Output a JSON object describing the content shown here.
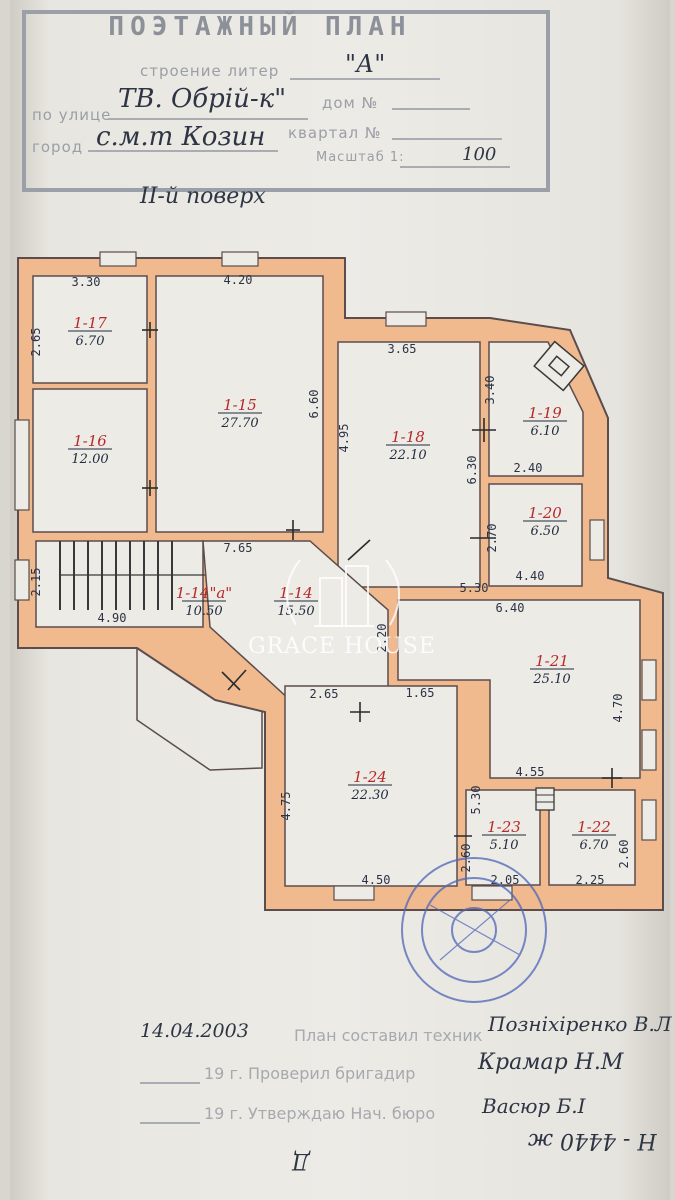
{
  "header": {
    "title": "ПОЭТАЖНЫЙ ПЛАН",
    "row1_label": "строение литер",
    "row1_value": "\"А\"",
    "row2_label": "по улице",
    "row2_value": "ТВ. Обрiй-к\"",
    "row2_house_label": "дом №",
    "row3_label": "город",
    "row3_value": "с.м.т Козин",
    "row3_block_label": "квартал №",
    "scale_label": "Масштаб 1:",
    "scale_value": "100"
  },
  "floor_label": "II-й поверх",
  "rooms": [
    {
      "id": "1-17",
      "area": "6.70"
    },
    {
      "id": "1-16",
      "area": "12.00"
    },
    {
      "id": "1-15",
      "area": "27.70"
    },
    {
      "id": "1-18",
      "area": "22.10"
    },
    {
      "id": "1-19",
      "area": "6.10"
    },
    {
      "id": "1-20",
      "area": "6.50"
    },
    {
      "id": "1-14\"a\"",
      "area": "10.50"
    },
    {
      "id": "1-14",
      "area": "15.50"
    },
    {
      "id": "1-21",
      "area": "25.10"
    },
    {
      "id": "1-24",
      "area": "22.30"
    },
    {
      "id": "1-23",
      "area": "5.10"
    },
    {
      "id": "1-22",
      "area": "6.70"
    }
  ],
  "dimensions": [
    "3.30",
    "4.20",
    "2.65",
    "6.60",
    "3.65",
    "4.95",
    "3.40",
    "2.40",
    "6.30",
    "2.70",
    "4.40",
    "7.65",
    "5.30",
    "6.40",
    "2.15",
    "4.90",
    "2.20",
    "2.65",
    "1.65",
    "4.70",
    "4.55",
    "4.75",
    "5.30",
    "2.60",
    "2.60",
    "4.50",
    "2.05",
    "2.25"
  ],
  "watermark": "GRACE HOUSE",
  "footer": {
    "date": "14.04.2003",
    "line1": "План составил техник",
    "sign1": "Позніхіренко В.Л",
    "line2": "19    г.  Проверил  бригадир",
    "sign2": "Крамар Н.М",
    "line3": "19    г.  Утверждаю Нач. бюро",
    "sign3": "Васюр Б.І",
    "note1": "Н - 4440 ж",
    "note2": "Д"
  },
  "colors": {
    "wall": "#f0b98e",
    "wall_line": "#5b4d4d",
    "stamp": "#9a9fa8",
    "room_id": "#b62a2a"
  }
}
